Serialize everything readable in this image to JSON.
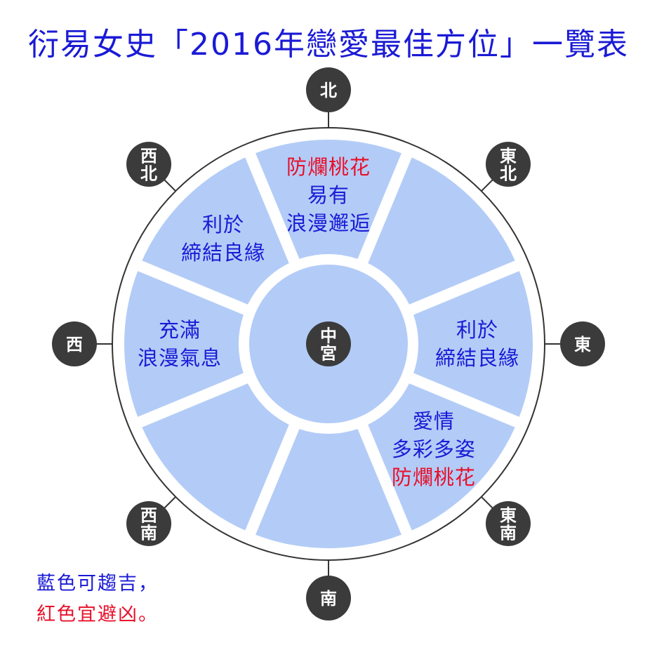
{
  "title": "衍易女史「2016年戀愛最佳方位」一覽表",
  "colors": {
    "segment_fill": "#b3ccf7",
    "ring_stroke": "#333333",
    "direction_fill": "#3b3b3b",
    "text_auspicious": "#1a1ad6",
    "text_inauspicious": "#e8102a"
  },
  "center": {
    "label": "中宮"
  },
  "directions": [
    {
      "key": "north",
      "label": "北",
      "lines": [
        {
          "text": "防爛桃花",
          "tone": "inauspicious"
        },
        {
          "text": "易有",
          "tone": "auspicious"
        },
        {
          "text": "浪漫邂逅",
          "tone": "auspicious"
        }
      ]
    },
    {
      "key": "northeast",
      "label": "東北",
      "lines": []
    },
    {
      "key": "east",
      "label": "東",
      "lines": [
        {
          "text": "利於",
          "tone": "auspicious"
        },
        {
          "text": "締結良緣",
          "tone": "auspicious"
        }
      ]
    },
    {
      "key": "southeast",
      "label": "東南",
      "lines": [
        {
          "text": "愛情",
          "tone": "auspicious"
        },
        {
          "text": "多彩多姿",
          "tone": "auspicious"
        },
        {
          "text": "防爛桃花",
          "tone": "inauspicious"
        }
      ]
    },
    {
      "key": "south",
      "label": "南",
      "lines": []
    },
    {
      "key": "southwest",
      "label": "西南",
      "lines": []
    },
    {
      "key": "west",
      "label": "西",
      "lines": [
        {
          "text": "充滿",
          "tone": "auspicious"
        },
        {
          "text": "浪漫氣息",
          "tone": "auspicious"
        }
      ]
    },
    {
      "key": "northwest",
      "label": "西北",
      "lines": [
        {
          "text": "利於",
          "tone": "auspicious"
        },
        {
          "text": "締結良緣",
          "tone": "auspicious"
        }
      ]
    }
  ],
  "legend": {
    "blue_line": "藍色可趨吉，",
    "red_line": "紅色宜避凶。"
  }
}
